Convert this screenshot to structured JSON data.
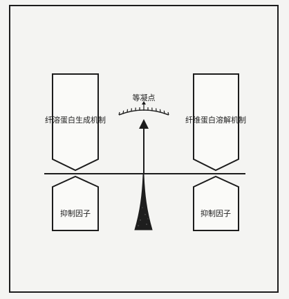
{
  "diagram": {
    "labels": {
      "left_upper": "纤溶蛋白生成机制",
      "right_upper": "纤维蛋白溶解机制",
      "left_lower": "抑制因子",
      "right_lower": "抑制因子",
      "gauge_title": "等凝点"
    },
    "colors": {
      "ink": "#1c1c1c",
      "paper": "#f4f4f2"
    }
  }
}
